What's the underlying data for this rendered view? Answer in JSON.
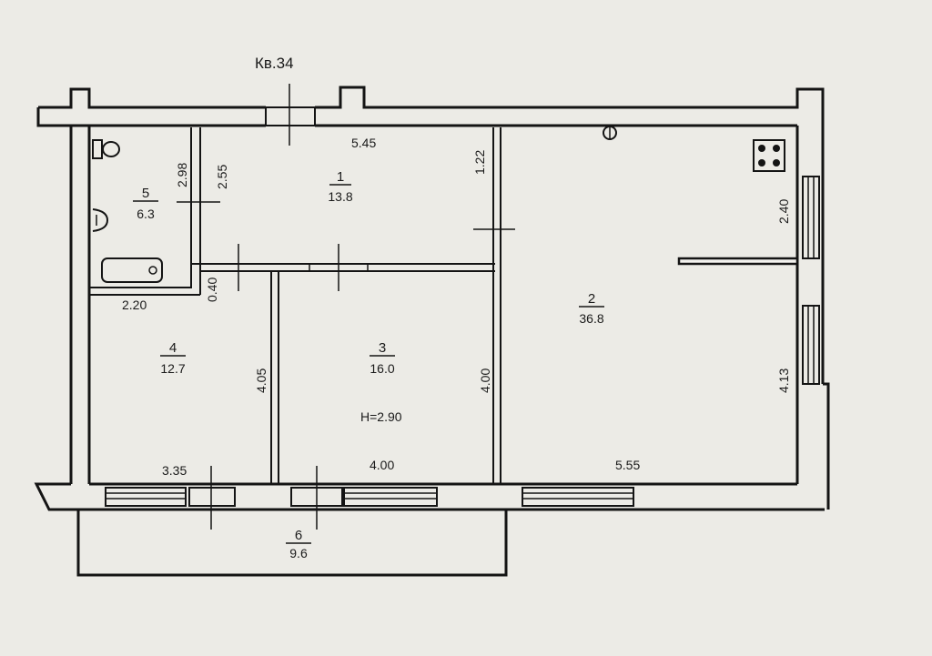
{
  "plan": {
    "apartment_label": "Кв.34",
    "ceiling_height": "Н=2.90",
    "rooms": [
      {
        "number": "1",
        "area": "13.8"
      },
      {
        "number": "2",
        "area": "36.8"
      },
      {
        "number": "3",
        "area": "16.0"
      },
      {
        "number": "4",
        "area": "12.7"
      },
      {
        "number": "5",
        "area": "6.3"
      },
      {
        "number": "6",
        "area": "9.6"
      }
    ],
    "dimensions": {
      "corridor_width": "5.45",
      "corridor_height": "2.55",
      "bath_height": "2.98",
      "bath_width": "2.20",
      "partition_gap": "0.40",
      "doorway_height": "1.22",
      "room2_upper": "2.40",
      "room2_lower": "4.13",
      "room2_width": "5.55",
      "room3_height": "4.00",
      "room3_width": "4.00",
      "room4_height": "4.05",
      "room4_width": "3.35"
    }
  }
}
